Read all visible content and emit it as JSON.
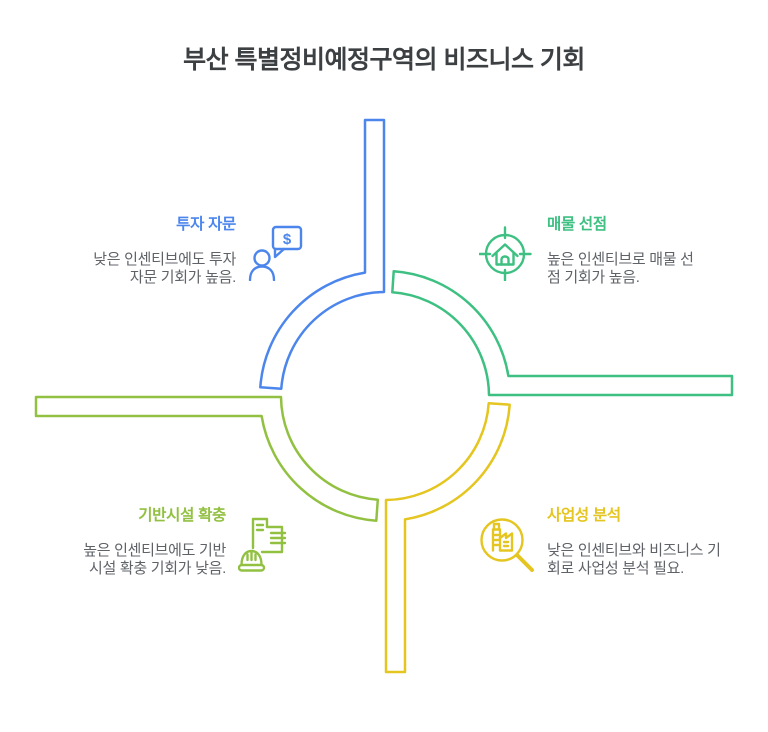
{
  "title": "부산 특별정비예정구역의 비즈니스 기회",
  "colors": {
    "heading_text": "#3C4043",
    "body_text": "#5F6368",
    "background": "#FFFFFF"
  },
  "quadrants": [
    {
      "id": "investment-advisory",
      "label": "투자 자문",
      "desc_line1": "낮은 인센티브에도 투자",
      "desc_line2": "자문 기회가 높음.",
      "icon": "person-dollar-speech-bubble-icon",
      "icon_char": "$",
      "color": "#4C86EC"
    },
    {
      "id": "property-preemption",
      "label": "매물 선점",
      "desc_line1": "높은 인센티브로 매물 선",
      "desc_line2": "점 기회가 높음.",
      "icon": "house-target-icon",
      "color": "#3EC082"
    },
    {
      "id": "infrastructure-expansion",
      "label": "기반시설 확충",
      "desc_line1": "높은 인센티브에도 기반",
      "desc_line2": "시설 확충 기회가 낮음.",
      "icon": "building-hardhat-icon",
      "color": "#92C142"
    },
    {
      "id": "feasibility-analysis",
      "label": "사업성 분석",
      "desc_line1": "낮은 인센티브와 비즈니스 기",
      "desc_line2": "회로 사업성 분석 필요.",
      "icon": "building-magnifier-icon",
      "color": "#E5C51F"
    }
  ]
}
